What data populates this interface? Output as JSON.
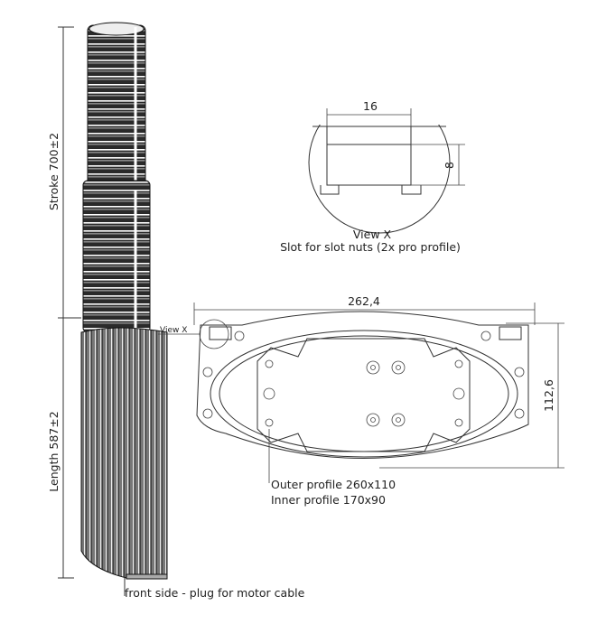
{
  "actuator": {
    "stroke_label": "Stroke 700±2",
    "length_label": "Length 587±2",
    "view_x_label": "View X",
    "front_note": "front side - plug for motor cable"
  },
  "slot_view": {
    "width_dim": "16",
    "height_dim": "8",
    "title": "View X",
    "caption": "Slot for slot nuts (2x pro profile)"
  },
  "profile_section": {
    "width_dim": "262,4",
    "height_dim": "112,6",
    "outer_note": "Outer profile 260x110",
    "inner_note": "Inner profile 170x90"
  }
}
